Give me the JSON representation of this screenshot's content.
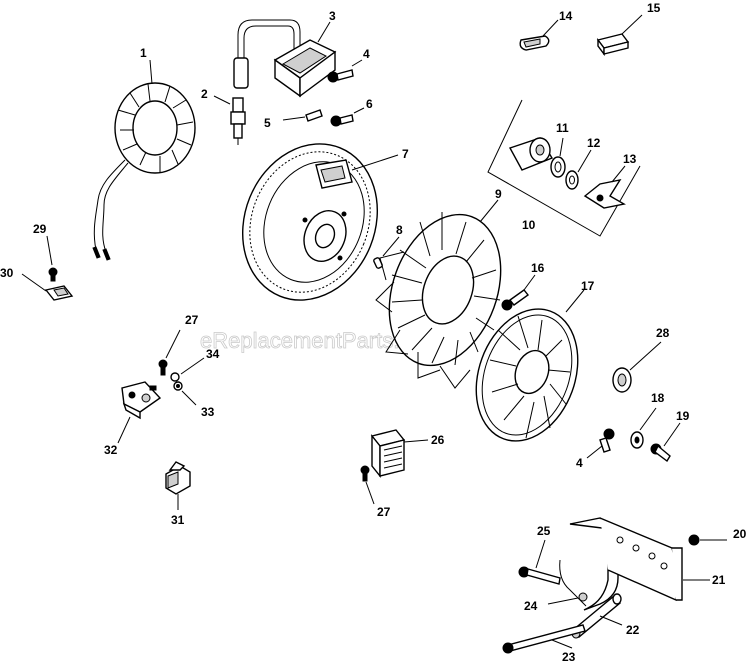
{
  "watermark": "eReplacementParts.com",
  "callouts": {
    "p1": "1",
    "p2": "2",
    "p3": "3",
    "p4a": "4",
    "p4b": "4",
    "p5": "5",
    "p6": "6",
    "p7": "7",
    "p8": "8",
    "p9": "9",
    "p10": "10",
    "p11": "11",
    "p12": "12",
    "p13": "13",
    "p14": "14",
    "p15": "15",
    "p16": "16",
    "p17": "17",
    "p18": "18",
    "p19": "19",
    "p20": "20",
    "p21": "21",
    "p22": "22",
    "p23": "23",
    "p24": "24",
    "p25": "25",
    "p26": "26",
    "p27a": "27",
    "p27b": "27",
    "p28": "28",
    "p29": "29",
    "p30": "30",
    "p31": "31",
    "p32": "32",
    "p33": "33",
    "p34": "34"
  }
}
